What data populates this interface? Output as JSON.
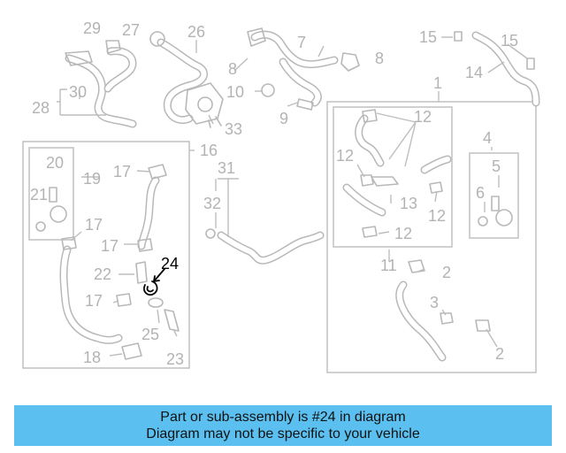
{
  "diagram": {
    "callouts": {
      "c1": "1",
      "c2a": "2",
      "c2b": "2",
      "c3": "3",
      "c4": "4",
      "c5": "5",
      "c6": "6",
      "c7": "7",
      "c8a": "8",
      "c8b": "8",
      "c9": "9",
      "c10": "10",
      "c11": "11",
      "c12a": "12",
      "c12b": "12",
      "c12c": "12",
      "c12d": "12",
      "c13": "13",
      "c14": "14",
      "c15a": "15",
      "c15b": "15",
      "c16": "16",
      "c17a": "17",
      "c17b": "17",
      "c17c": "17",
      "c17d": "17",
      "c18": "18",
      "c19": "19",
      "c20": "20",
      "c21": "21",
      "c22": "22",
      "c23": "23",
      "c24": "24",
      "c25": "25",
      "c26": "26",
      "c27": "27",
      "c28": "28",
      "c29": "29",
      "c30": "30",
      "c31": "31",
      "c32": "32",
      "c33": "33"
    },
    "highlight_color": "#000000",
    "line_color": "#b8b8b8"
  },
  "banner": {
    "line1": "Part or sub-assembly is #24 in diagram",
    "line2": "Diagram may not be specific to your vehicle",
    "background": "#5bc0f0"
  }
}
